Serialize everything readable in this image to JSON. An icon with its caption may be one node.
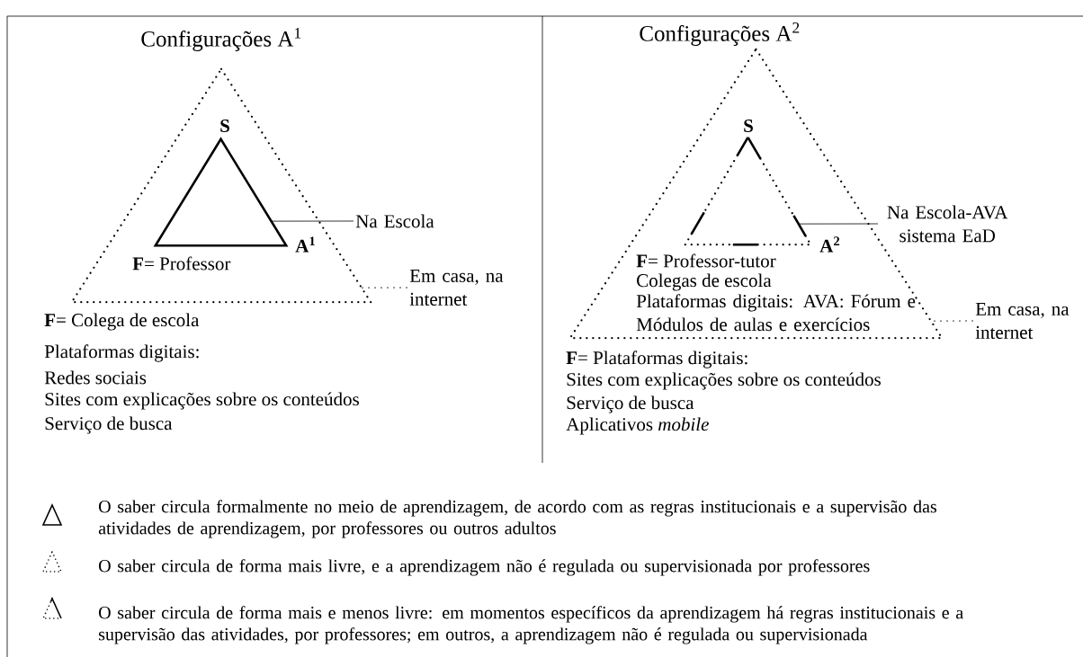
{
  "diagram": {
    "nodes": [
      {
        "text": [],
        "shape": "triangle"
      },
      {
        "text": [],
        "shape": "triangle",
        "in": 0,
        "beside": [
          "S",
          "A$^{1}$"
        ]
      },
      {
        "text": [
          "Na Escola"
        ]
      },
      {
        "text": [
          "Em casa, na internet"
        ]
      },
      {
        "text": [],
        "shape": "triangle"
      },
      {
        "text": [],
        "shape": "triangle",
        "in": 4,
        "beside": [
          "S",
          "A$^{2}$"
        ]
      },
      {
        "text": [
          "Na Escola-AVA sistema EaD"
        ]
      },
      {
        "text": [
          "Em casa, na internet"
        ]
      }
    ],
    "edges": [
      {
        "from": 2,
        "to": 1,
        "arrow": "none"
      },
      {
        "from": 3,
        "to": 0,
        "arrow": "none",
        "style": "dashed"
      },
      {
        "from": 6,
        "to": 5,
        "arrow": "none"
      },
      {
        "from": 7,
        "to": 4,
        "arrow": "none",
        "style": "dashed"
      }
    ],
    "labels": [
      "Configurações A$^{1}$",
      "**F**= Professor",
      "**F**= Colega de escola",
      "Plataformas digitais:",
      "Redes sociais",
      "Sites com explicações sobre os conteúdos",
      "Serviço de busca",
      "Configurações A$^{2}$",
      "**F**= Professor-tutor",
      "Colegas de escola",
      "Plataformas digitais: AVA: Fórum e Módulos de aulas e exercícios",
      "**F**= Plataformas digitais:",
      "Sites com explicações sobre os conteúdos",
      "Serviço de busca",
      "Aplicativos *mobile*"
    ],
    "legend": [
      {
        "text": "O saber circula formalmente no meio de aprendizagem, de acordo com as regras institucionais e a supervisão das atividades de aprendizagem, por professores ou outros adultos"
      },
      {
        "text": "O saber circula de forma mais livre, e a aprendizagem não é regulada ou supervisionada por professores"
      },
      {
        "text": "O saber circula de forma mais e menos livre: em momentos específicos da aprendizagem há regras institucionais e a supervisão das atividades, por professores; em outros, a aprendizagem não é regulada ou supervisionada"
      }
    ]
  }
}
